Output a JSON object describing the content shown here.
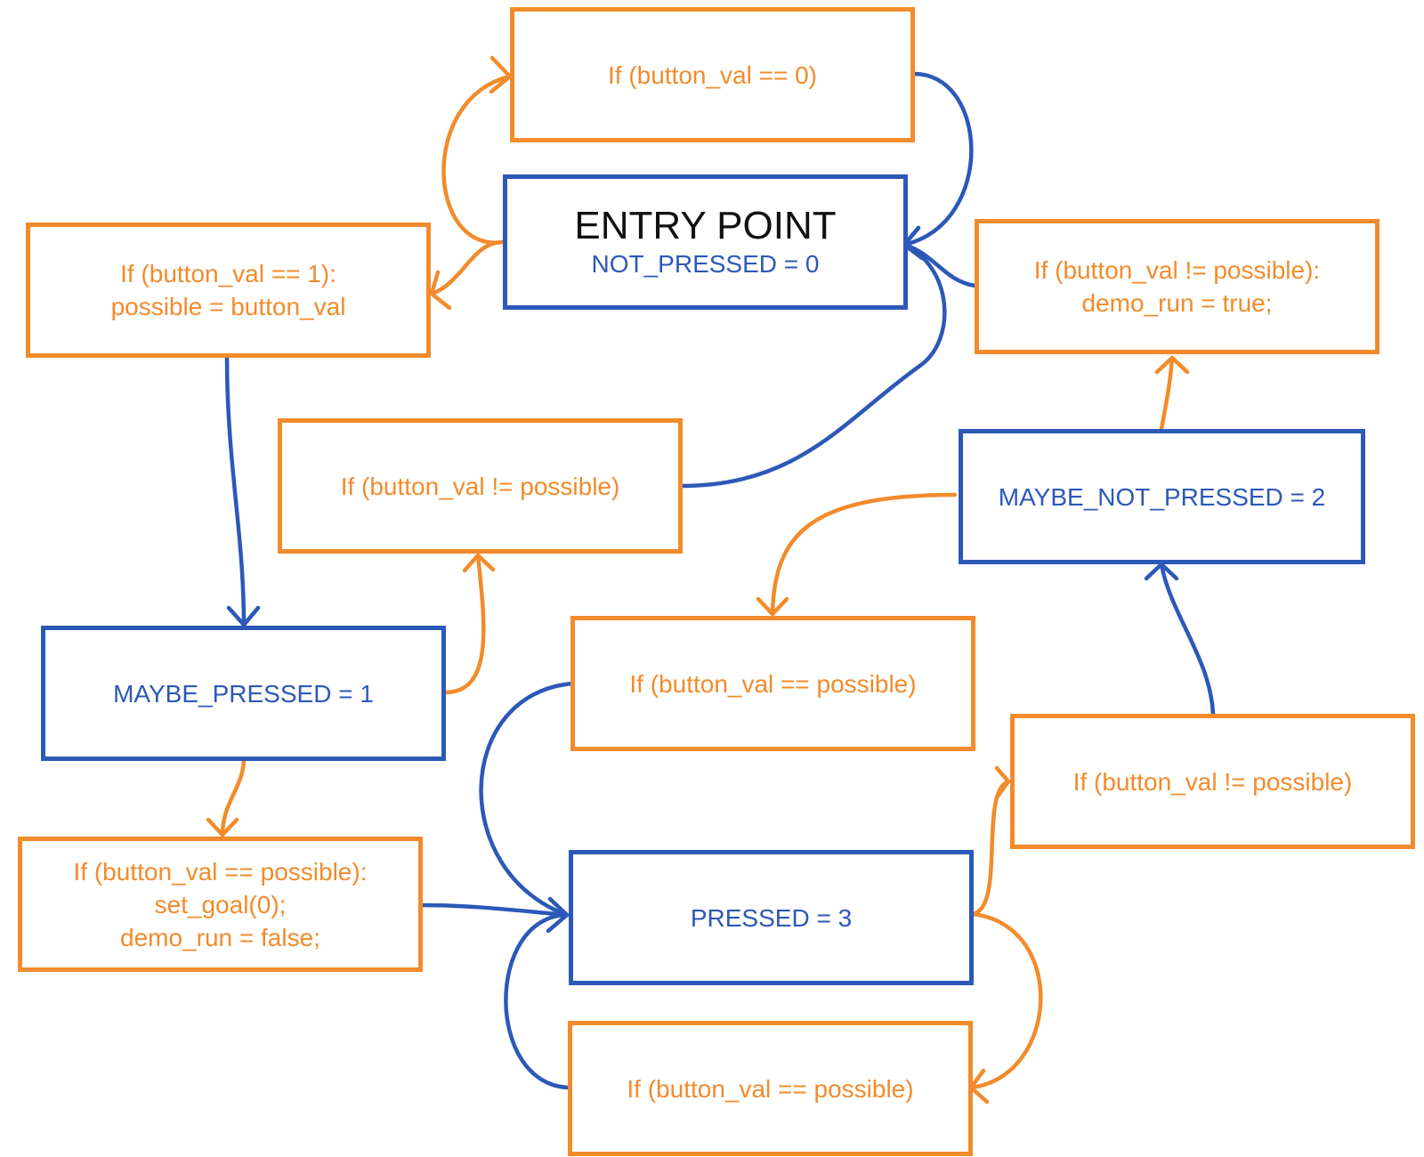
{
  "colors": {
    "state": "#2c58b8",
    "condition": "#f28b2b",
    "title": "#111111",
    "background": "#ffffff"
  },
  "states": {
    "entry": {
      "title": "ENTRY POINT",
      "label": "NOT_PRESSED = 0"
    },
    "maybe_pressed": {
      "label": "MAYBE_PRESSED = 1"
    },
    "maybe_not_pressed": {
      "label": "MAYBE_NOT_PRESSED = 2"
    },
    "pressed": {
      "label": "PRESSED = 3"
    }
  },
  "conditions": {
    "stay_not_pressed": {
      "lines": [
        "If (button_val == 0)"
      ]
    },
    "to_maybe_pressed": {
      "lines": [
        "If (button_val == 1):",
        "possible = button_val"
      ]
    },
    "maybe_pressed_abort": {
      "lines": [
        "If (button_val != possible)"
      ]
    },
    "maybe_pressed_confirm": {
      "lines": [
        "If (button_val == possible):",
        "set_goal(0);",
        "demo_run = false;"
      ]
    },
    "release_confirm": {
      "lines": [
        "If (button_val != possible):",
        "demo_run = true;"
      ]
    },
    "maybe_not_pressed_back": {
      "lines": [
        "If (button_val == possible)"
      ]
    },
    "pressed_to_maybe_not": {
      "lines": [
        "If (button_val != possible)"
      ]
    },
    "pressed_stay": {
      "lines": [
        "If (button_val == possible)"
      ]
    }
  }
}
